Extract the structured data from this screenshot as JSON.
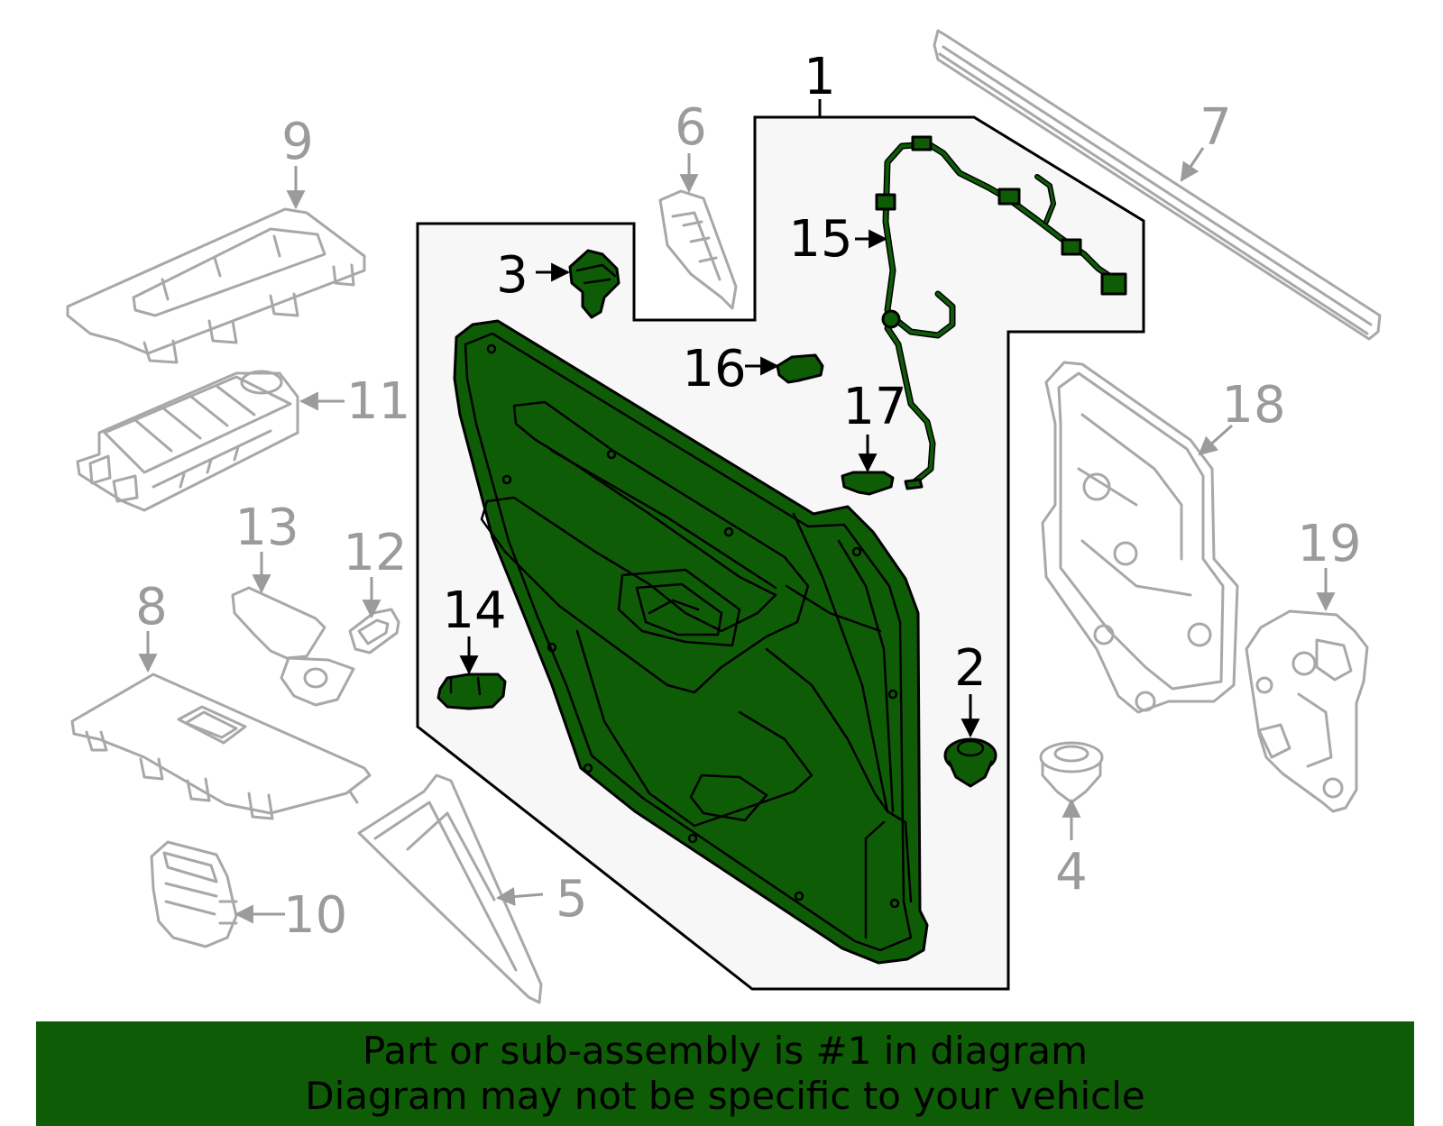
{
  "callouts": {
    "c1": "1",
    "c2": "2",
    "c3": "3",
    "c4": "4",
    "c5": "5",
    "c6": "6",
    "c7": "7",
    "c8": "8",
    "c9": "9",
    "c10": "10",
    "c11": "11",
    "c12": "12",
    "c13": "13",
    "c14": "14",
    "c15": "15",
    "c16": "16",
    "c17": "17",
    "c18": "18",
    "c19": "19"
  },
  "colors": {
    "highlight": "#0f5c07",
    "outline": "#000000",
    "secondary_part": "#a8a8a8",
    "secondary_label": "#9b9b9b",
    "group_fill": "#f7f7f7"
  },
  "banner": {
    "line1": "Part or sub-assembly is #1 in diagram",
    "line2": "Diagram may not be specific to your vehicle"
  }
}
